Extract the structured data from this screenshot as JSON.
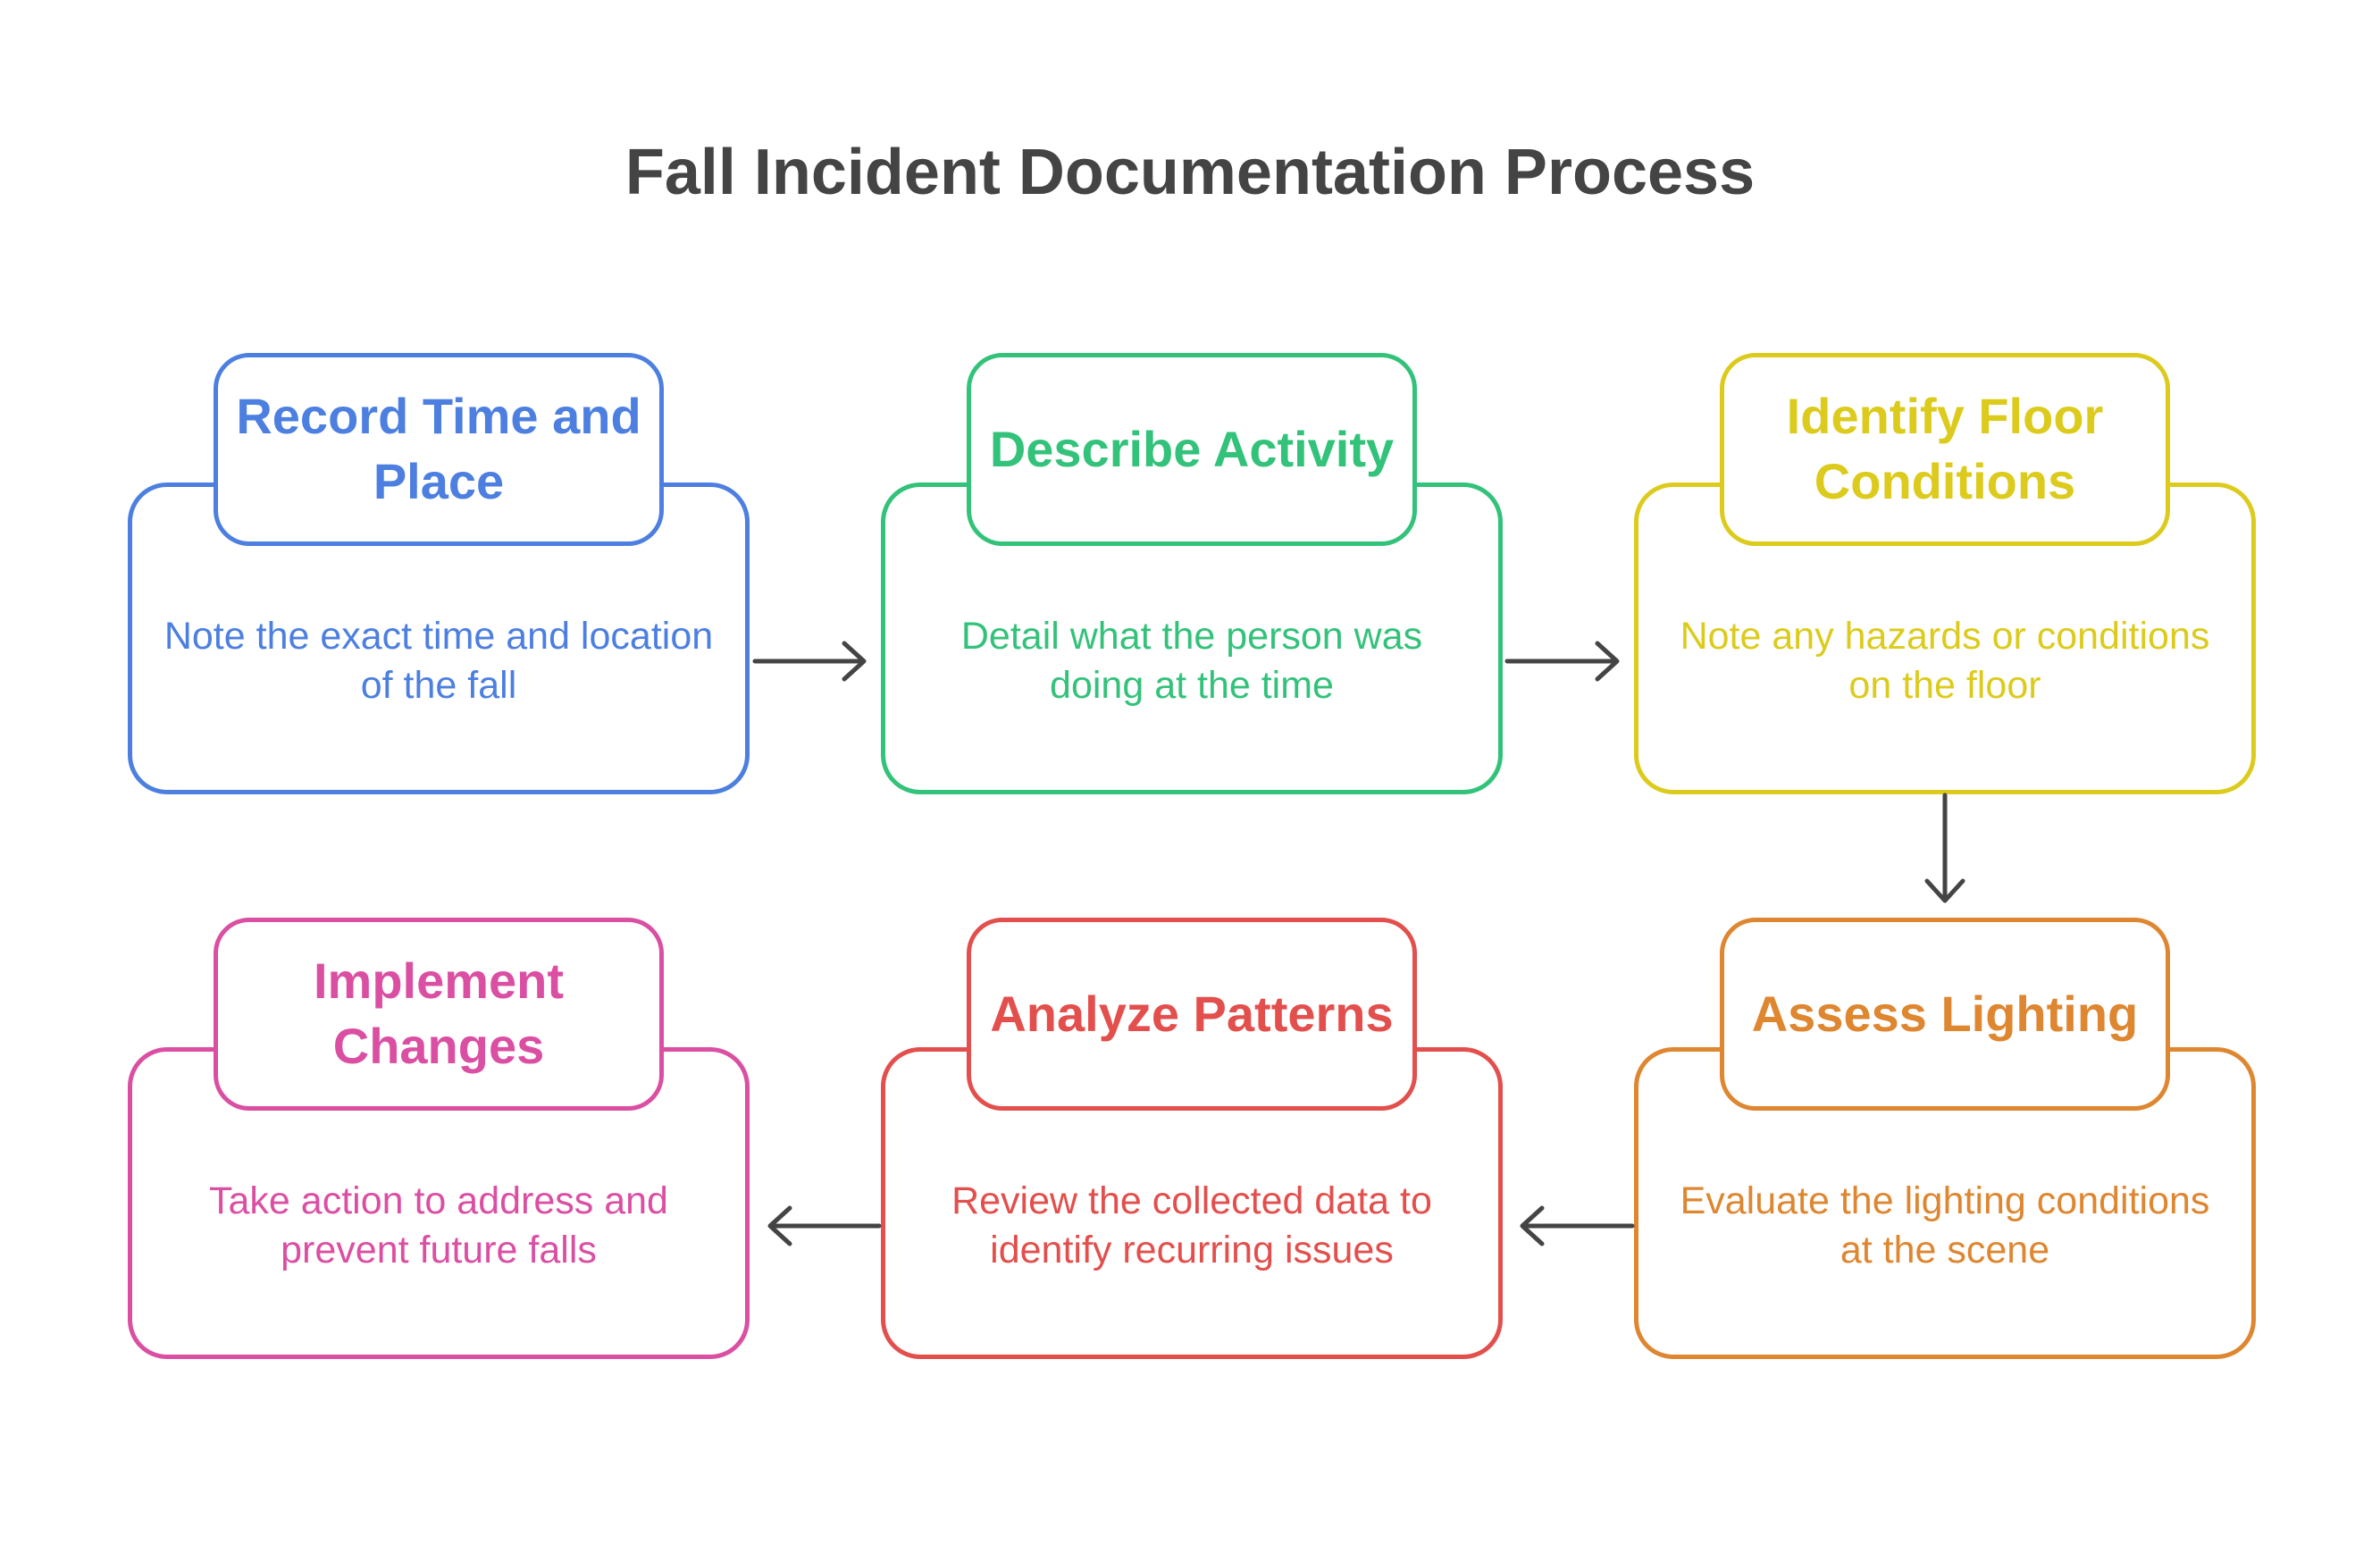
{
  "title": "Fall Incident Documentation Process",
  "steps": [
    {
      "heading": "Record Time and Place",
      "description": "Note the exact time and location of the fall",
      "color": "#4C7FE0"
    },
    {
      "heading": "Describe Activity",
      "description": "Detail what the person was doing at the time",
      "color": "#33C27A"
    },
    {
      "heading": "Identify Floor Conditions",
      "description": "Note any hazards or conditions on the floor",
      "color": "#DCCB1C"
    },
    {
      "heading": "Assess Lighting",
      "description": "Evaluate the lighting conditions at the scene",
      "color": "#DE8630"
    },
    {
      "heading": "Analyze Patterns",
      "description": "Review the collected data to identify recurring issues",
      "color": "#E24F4C"
    },
    {
      "heading": "Implement Changes",
      "description": "Take action to address and prevent future falls",
      "color": "#DB4FA3"
    }
  ],
  "arrow_color": "#444444"
}
